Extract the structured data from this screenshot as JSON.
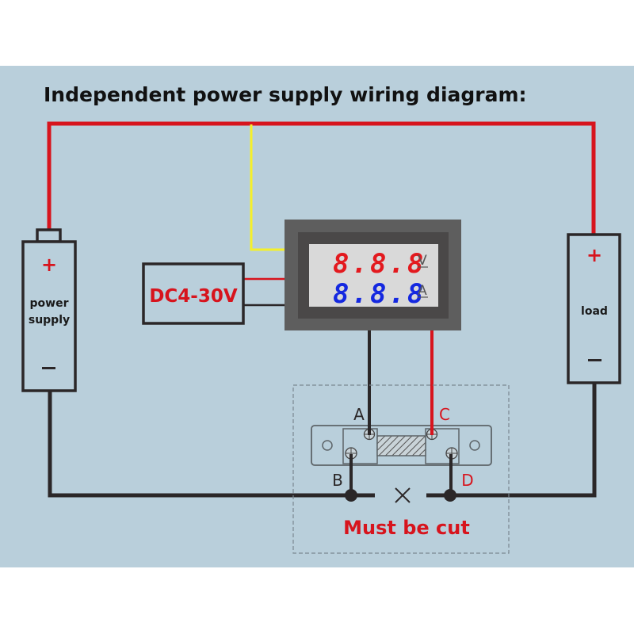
{
  "title": "Independent power supply wiring diagram:",
  "components": {
    "power_supply": {
      "label_line1": "power",
      "label_line2": "supply",
      "positive": "+",
      "negative": "—"
    },
    "load": {
      "label": "load",
      "positive": "+",
      "negative": "—"
    },
    "dc_source": {
      "label": "DC4-30V"
    },
    "meter": {
      "voltage_reading": "8.8.8",
      "voltage_unit": "V",
      "current_reading": "8.8.8",
      "current_unit": "A"
    },
    "shunt": {
      "terminals": [
        "A",
        "B",
        "C",
        "D"
      ]
    }
  },
  "cut_marker": "×",
  "cut_note": "Must be cut",
  "colors": {
    "background": "#b9cfdb",
    "positive_wire": "#d7141d",
    "negative_wire": "#2b2728",
    "signal_wire": "#f5f02a",
    "voltage_digits": "#e3191e",
    "current_digits": "#1428e0",
    "meter_body": "#5e5e5e",
    "meter_screen": "#d9d9d9"
  }
}
